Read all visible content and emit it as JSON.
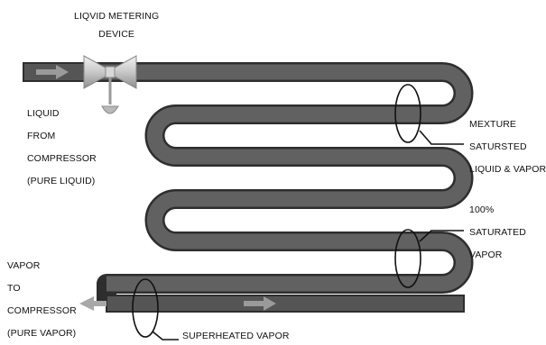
{
  "title_lines": [
    "LIQVID METERING",
    "DEVICE"
  ],
  "liquid_lines": [
    "LIQUID",
    "FROM",
    "COMPRESSOR",
    "(PURE LIQUID)"
  ],
  "mixture_lines": [
    "MEXTURE",
    "SATURSTED",
    "LIQUID & VAPOR"
  ],
  "saturated_lines": [
    "100%",
    "SATURATED",
    "VAPOR"
  ],
  "vapor_lines": [
    "VAPOR",
    "TO",
    "COMPRESSOR",
    "(PURE VAPOR)"
  ],
  "superheated_label": "SUPERHEATED VAPOR",
  "colors": {
    "tube_fill": "#5f5f5f",
    "tube_edge": "#2e2e2e",
    "arrow": "#9a9a9a",
    "valve": "#cfcfcf"
  },
  "icons": [
    "flow-arrow-icon",
    "metering-valve-icon",
    "callout-ellipse-icon"
  ]
}
